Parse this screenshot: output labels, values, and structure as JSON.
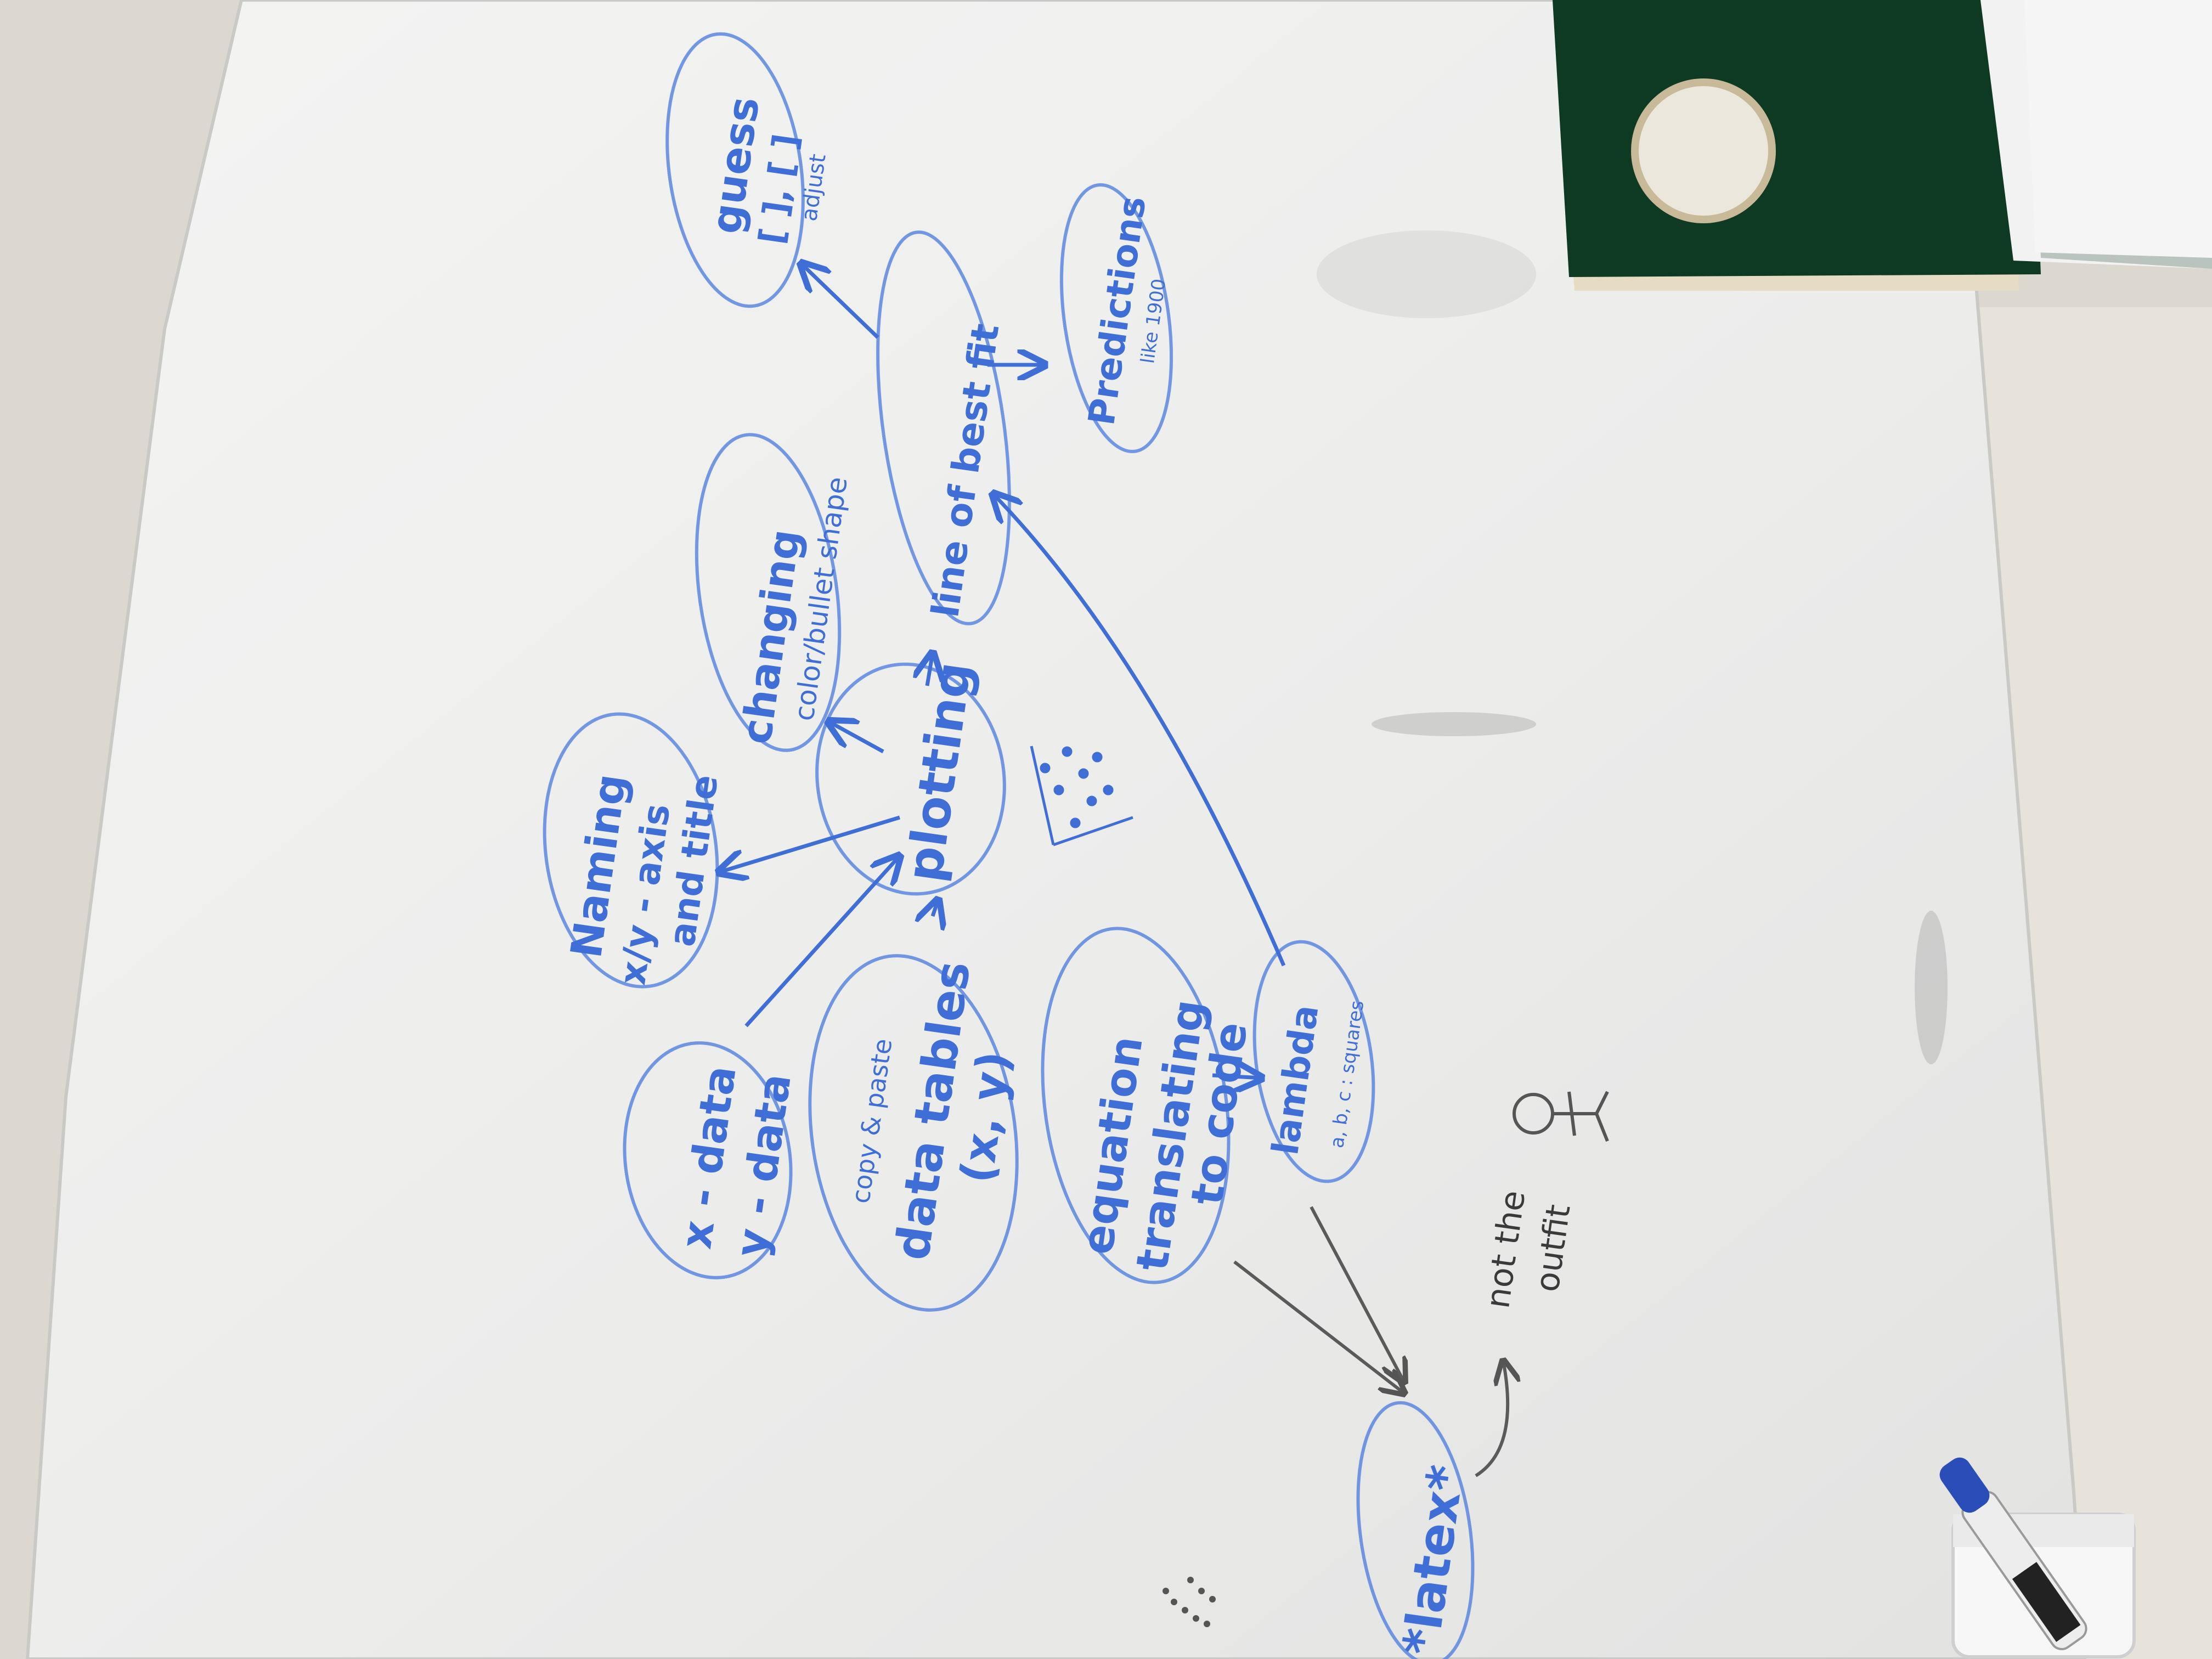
{
  "board": {
    "colors": {
      "ink_blue": "#3f6fd6",
      "ink_black": "#3a3a3a",
      "board_white": "#f1f1f0",
      "felt_green": "#0e3a24"
    },
    "nodes": {
      "x_data": "x - data",
      "y_data": "y - data",
      "copy_paste": "copy & paste",
      "data_tables": "data tables",
      "xy_pair": "(x, y)",
      "equation": "equation",
      "translating": "translating",
      "to_code": "to code",
      "lambda": "lambda",
      "lambda_sub": "a, b, c : squares",
      "naming": "Naming",
      "axis": "x/y - axis",
      "and_title": "and title",
      "plotting": "plotting",
      "changing": "changing",
      "color_shape": "color/bullet shape",
      "line_best_fit": "line of best fit",
      "guess": "guess",
      "guess_brackets": "[ ], [ ]",
      "adjust": "adjust",
      "predictions": "Predictions",
      "like_1900": "like 1900",
      "latex": "*latex*",
      "not_the": "not the",
      "outfit": "outfit"
    },
    "marker_icon": "dry-erase-marker-icon",
    "stick_figure_icon": "stick-figure-icon"
  }
}
